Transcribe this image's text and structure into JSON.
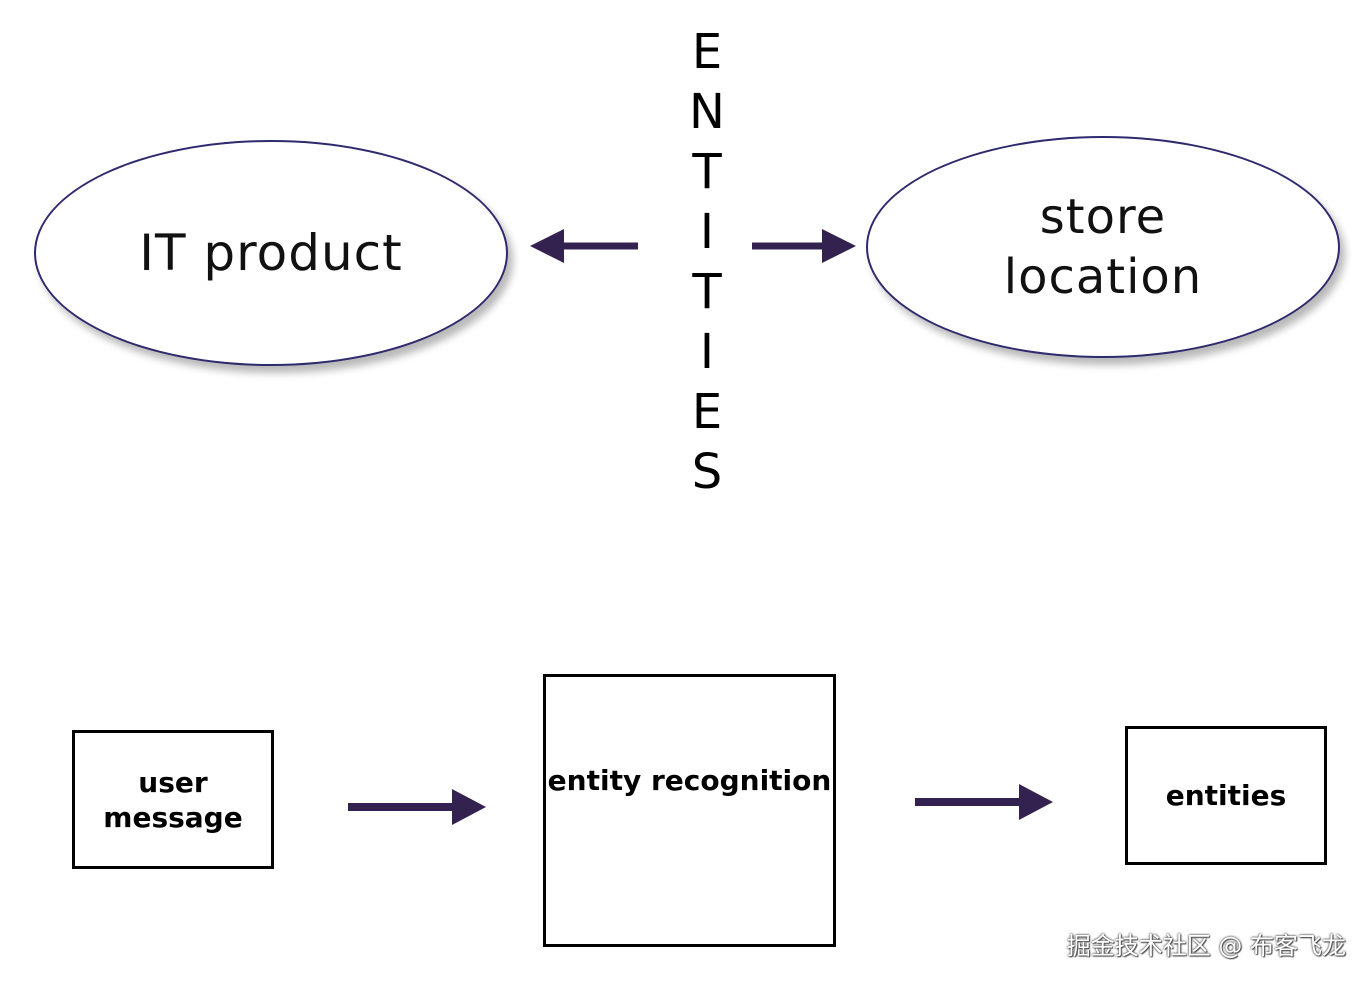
{
  "colors": {
    "arrow": "#33214f",
    "ellipse_border": "#2e2a6e",
    "box_border": "#000000"
  },
  "vertical_word": [
    "E",
    "N",
    "T",
    "I",
    "T",
    "I",
    "E",
    "S"
  ],
  "ellipses": {
    "left": {
      "label": "IT product"
    },
    "right": {
      "label": "store location"
    }
  },
  "flow": {
    "user_message": "user message",
    "entity_recognition": "entity recognition",
    "entities": "entities"
  },
  "watermark": "掘金技术社区 @ 布客飞龙"
}
